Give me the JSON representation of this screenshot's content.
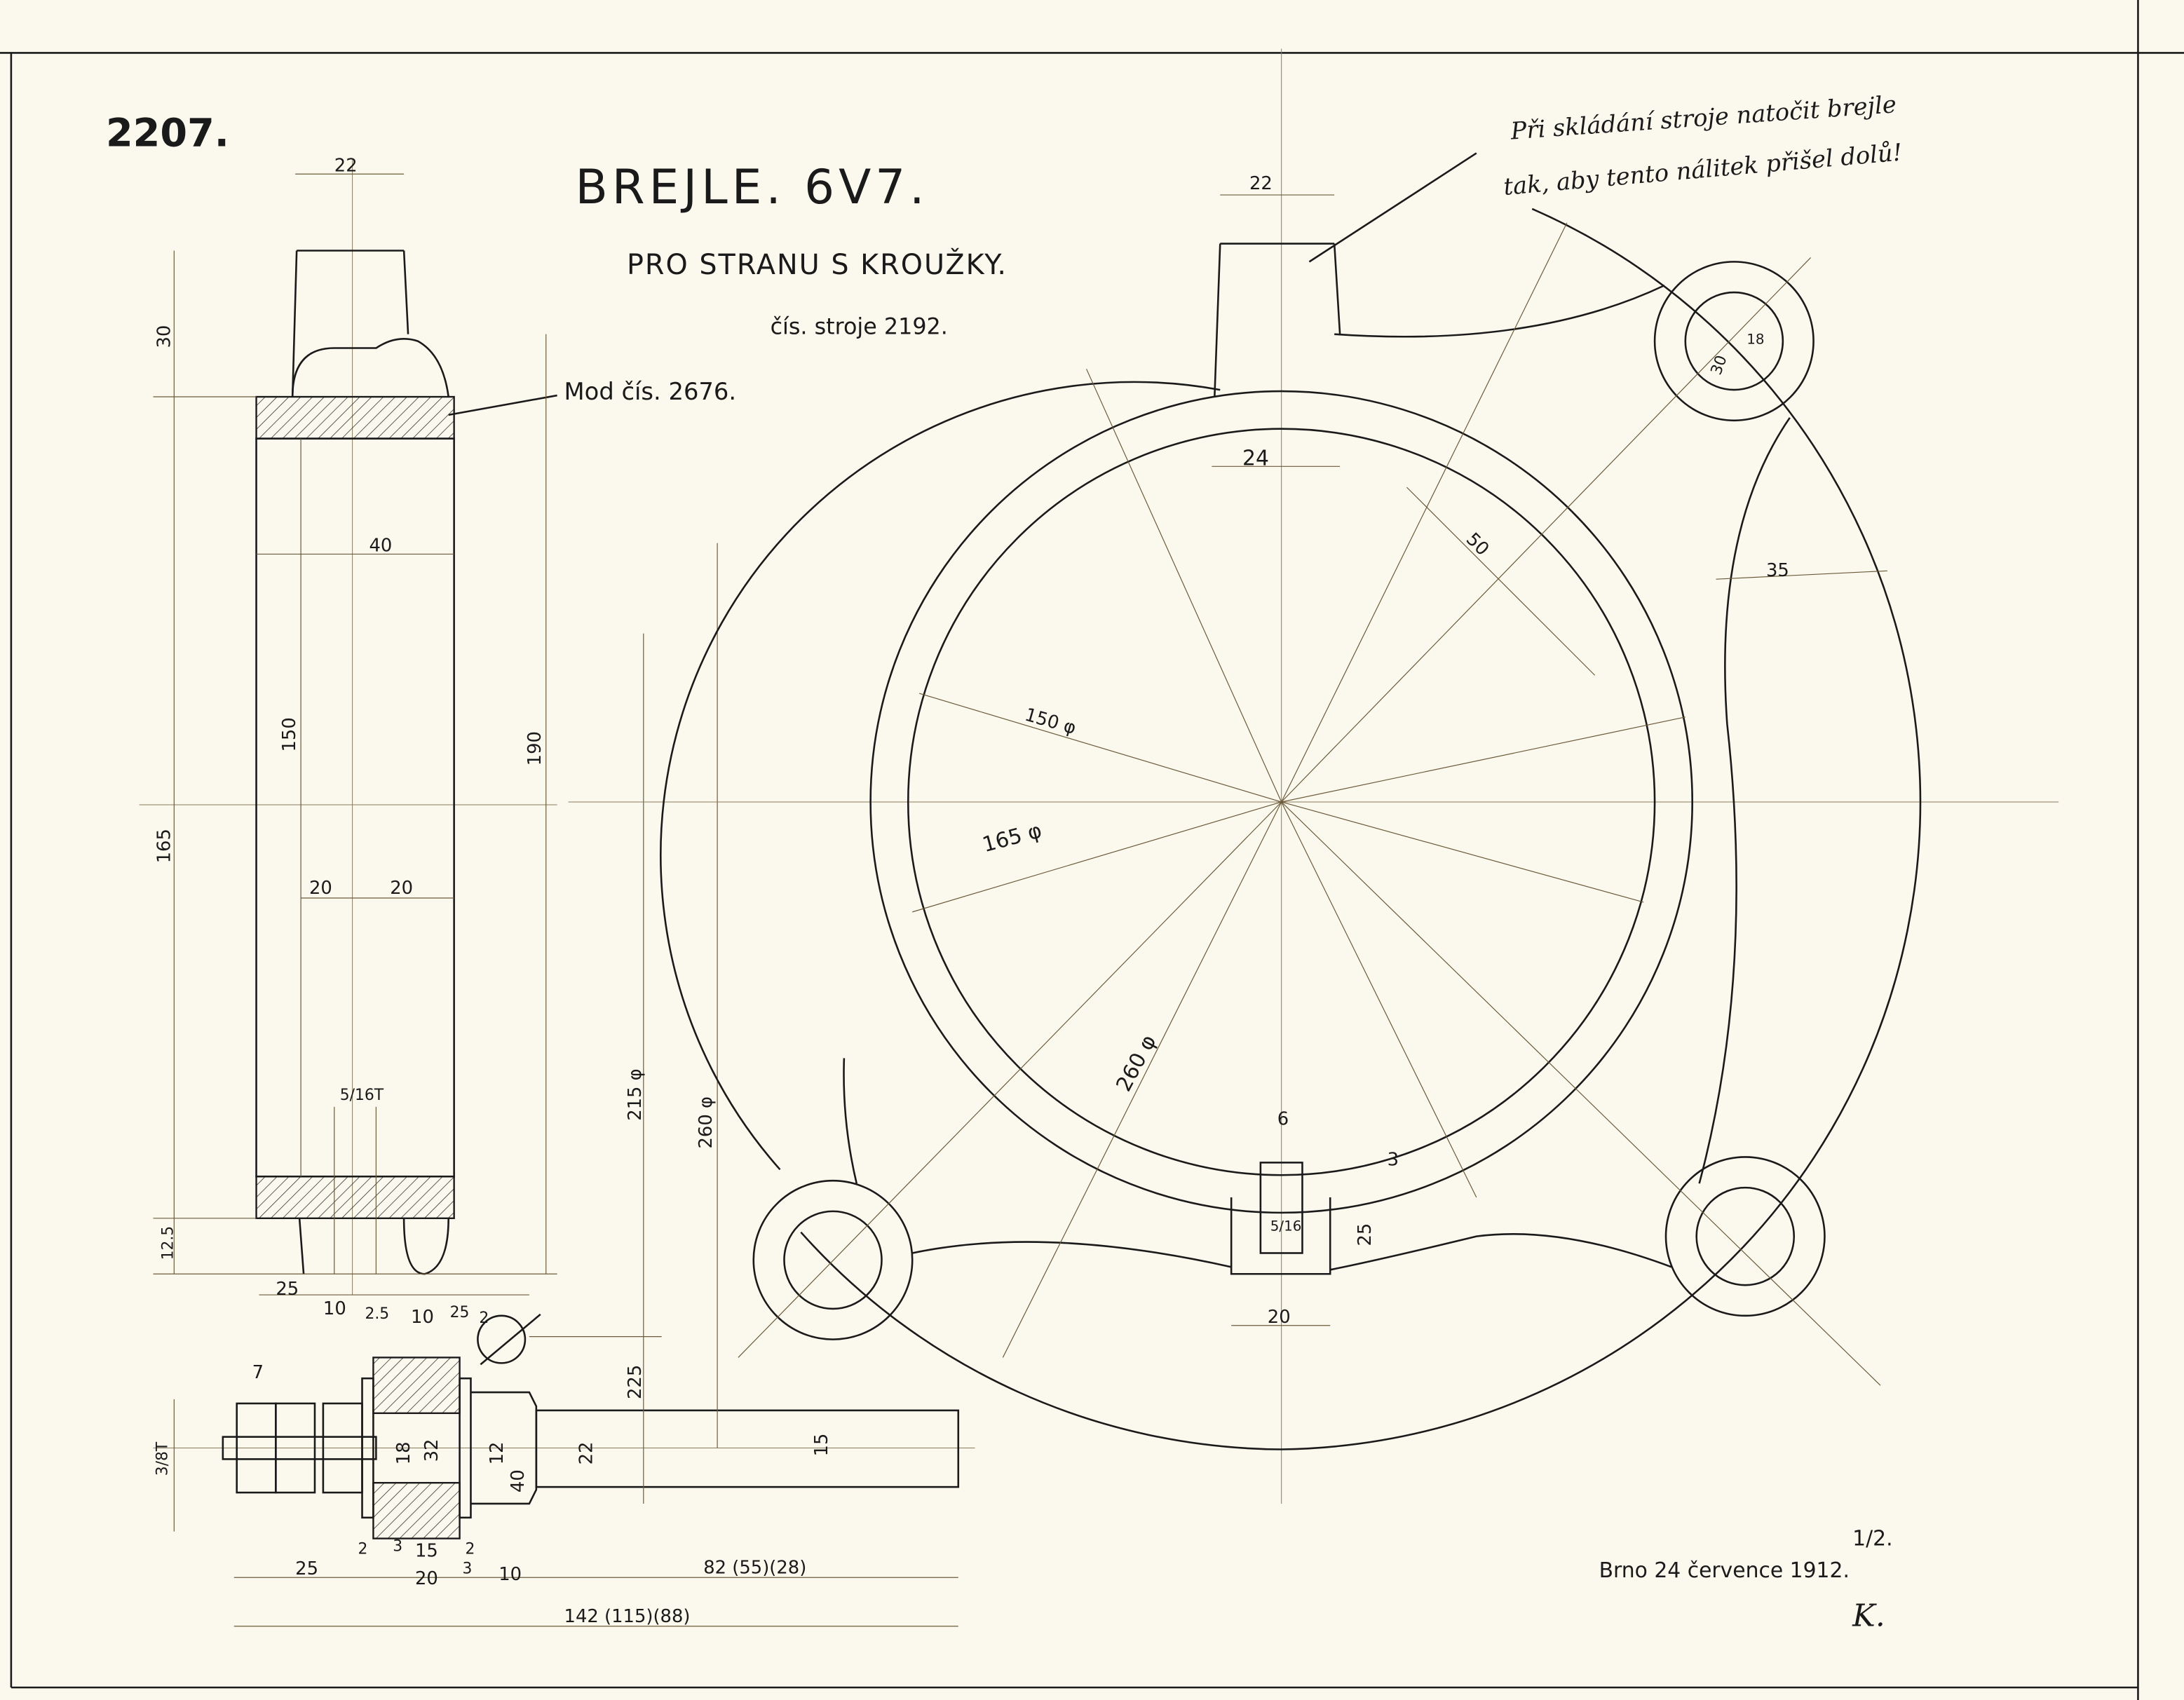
{
  "drawing_number": "2207.",
  "title": "BREJLE. 6V7.",
  "subtitle": "PRO STRANU S KROUŽKY.",
  "machine_number": "čís. stroje 2192.",
  "model_number": "Mod čís. 2676.",
  "note": {
    "line1": "Při skládání stroje natočit brejle",
    "line2": "tak, aby tento nálitek přišel dolů!"
  },
  "footer": {
    "place_date": "Brno 24 července 1912.",
    "scale": "1/2.",
    "signature": "K."
  },
  "dimensions": {
    "side_view": [
      "22",
      "30",
      "40",
      "150",
      "190",
      "165",
      "20",
      "20",
      "5/16T",
      "12.5",
      "25",
      "10",
      "2.5",
      "10",
      "25",
      "2"
    ],
    "shaft": [
      "7",
      "3/8T",
      "18",
      "32",
      "12",
      "40",
      "22",
      "15",
      "225",
      "215 φ",
      "260 φ",
      "2",
      "3",
      "15",
      "2",
      "25",
      "20",
      "3",
      "10",
      "82 (55)(28)",
      "142 (115)(88)"
    ],
    "front_view": [
      "22",
      "24",
      "50",
      "35",
      "150 φ",
      "165 φ",
      "260 φ",
      "30",
      "18",
      "6",
      "3",
      "25",
      "5/16",
      "20"
    ]
  }
}
